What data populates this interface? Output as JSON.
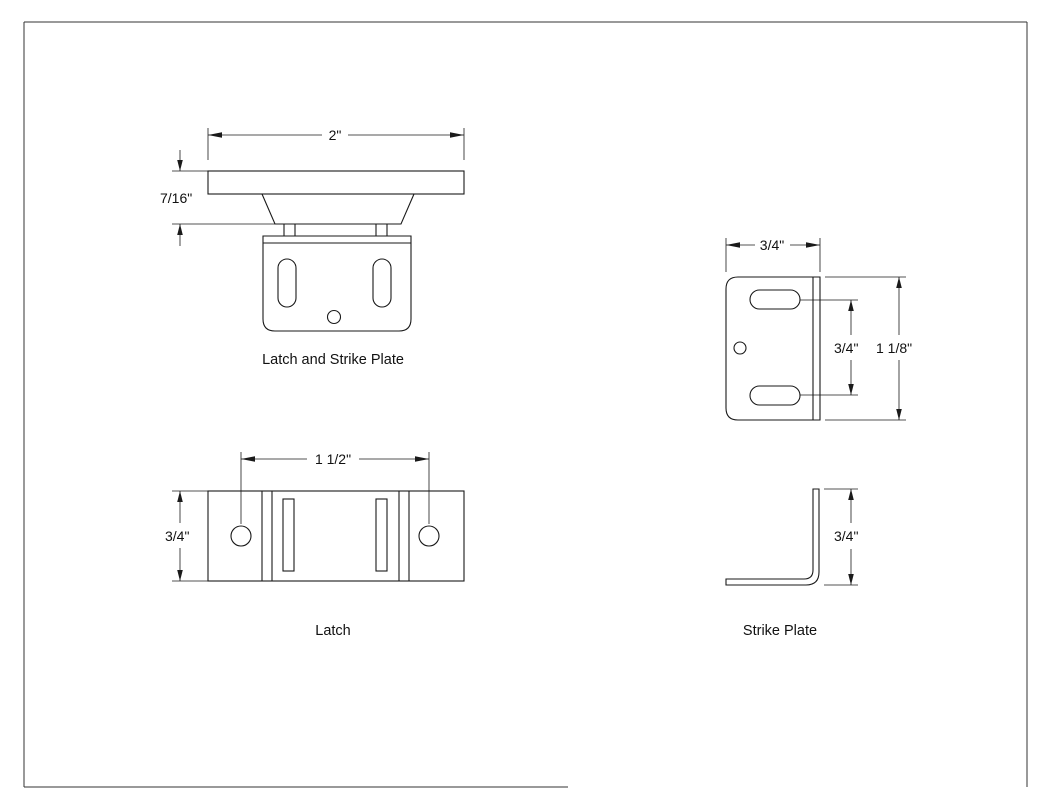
{
  "views": {
    "assembly": {
      "caption": "Latch and Strike Plate",
      "width_dim": "2\"",
      "height_dim": "7/16\""
    },
    "latch": {
      "caption": "Latch",
      "hole_spacing_dim": "1 1/2\"",
      "height_dim": "3/4\""
    },
    "strike_front": {
      "width_dim": "3/4\"",
      "slot_spacing_dim": "3/4\"",
      "height_dim": "1 1/8\""
    },
    "strike_side": {
      "caption": "Strike Plate",
      "height_dim": "3/4\""
    }
  }
}
